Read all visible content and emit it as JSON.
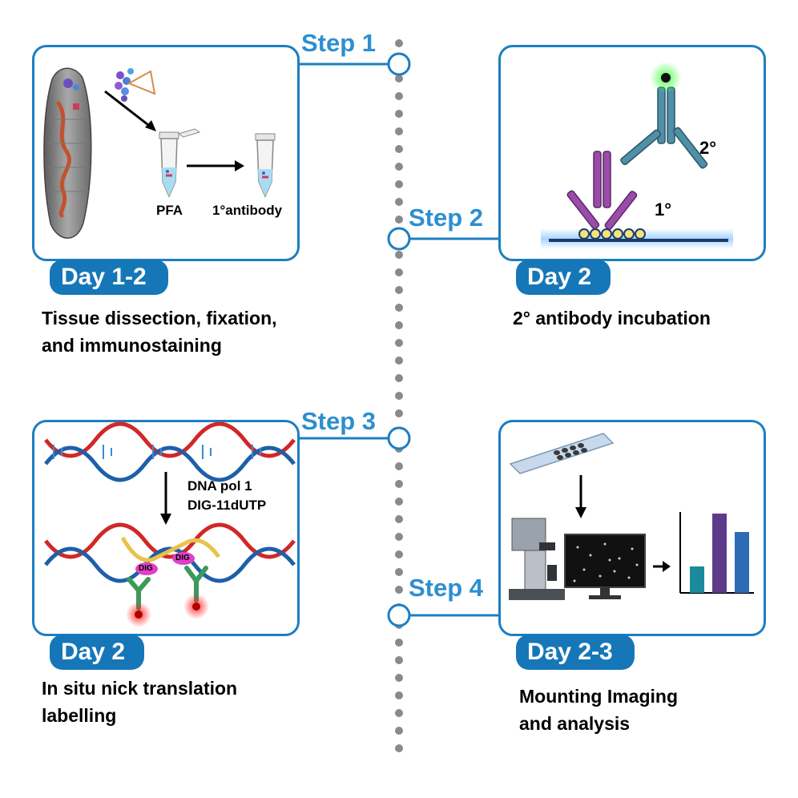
{
  "steps": {
    "step1": "Step 1",
    "step2": "Step 2",
    "step3": "Step 3",
    "step4": "Step 4"
  },
  "days": {
    "day1": "Day 1-2",
    "day2a": "Day 2",
    "day2b": "Day 2",
    "day3": "Day 2-3"
  },
  "captions": {
    "c1": "Tissue dissection, fixation,\nand immunostaining",
    "c2": "2° antibody incubation",
    "c3": "In situ nick translation\nlabelling",
    "c4": "Mounting Imaging\nand analysis"
  },
  "panel1": {
    "tube1_label": "PFA",
    "tube2_label": "1°antibody"
  },
  "panel2": {
    "primary_label": "1°",
    "secondary_label": "2°"
  },
  "panel3": {
    "enzyme_line1": "DNA pol 1",
    "enzyme_line2": "DIG-11dUTP",
    "tag1": "DIG",
    "tag2": "DIG"
  },
  "colors": {
    "accent": "#1677b8",
    "step_text": "#2d8fcf",
    "timeline_dots": "#8a8a8a"
  }
}
